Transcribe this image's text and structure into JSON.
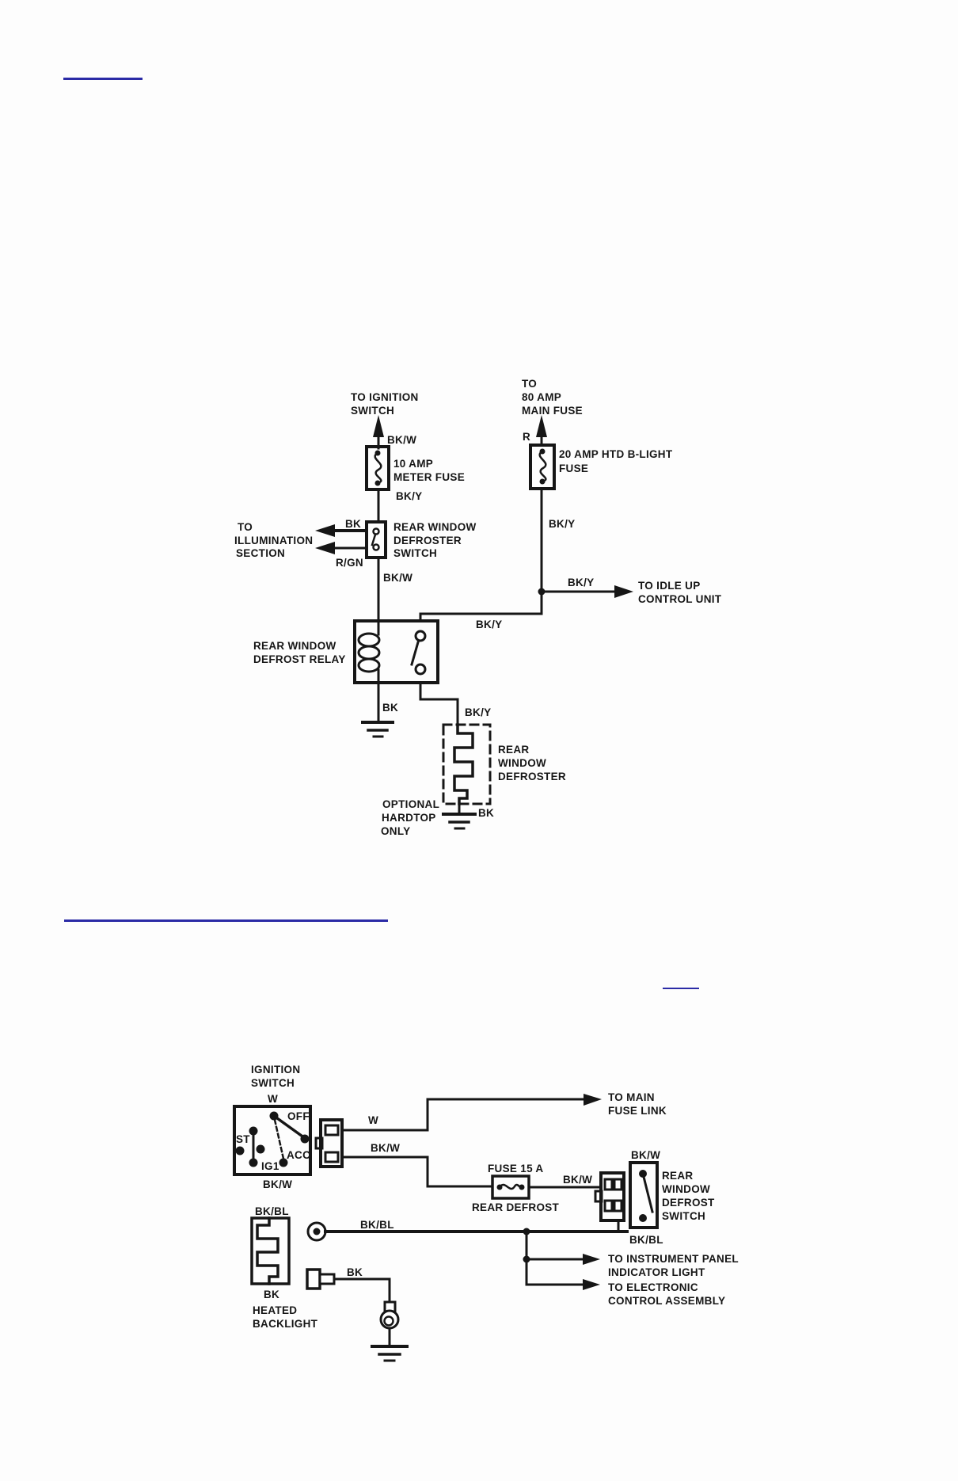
{
  "page": {
    "background": "#fdfdfd",
    "ink_color": "#161616",
    "link_color": "#2b2ba6"
  },
  "d1": {
    "to_ignition": [
      "TO IGNITION",
      "SWITCH"
    ],
    "wire_bkw_top": "BK/W",
    "to_main_fuse": [
      "TO",
      "80 AMP",
      "MAIN FUSE"
    ],
    "wire_r": "R",
    "meter_fuse": [
      "10 AMP",
      "METER FUSE"
    ],
    "htd_fuse": [
      "20 AMP HTD B-LIGHT",
      "FUSE"
    ],
    "wire_bky_meter": "BK/Y",
    "wire_bky_htd": "BK/Y",
    "wire_bk": "BK",
    "to_illumination": [
      "TO",
      "ILLUMINATION",
      "SECTION"
    ],
    "wire_rgn": "R/GN",
    "defroster_switch": [
      "REAR WINDOW",
      "DEFROSTER",
      "SWITCH"
    ],
    "wire_bkw_switch": "BK/W",
    "wire_bky_idle": "BK/Y",
    "to_idle_up": [
      "TO IDLE UP",
      "CONTROL UNIT"
    ],
    "wire_bky_relay": "BK/Y",
    "defrost_relay": [
      "REAR WINDOW",
      "DEFROST RELAY"
    ],
    "wire_bk_ground": "BK",
    "wire_bky_defroster": "BK/Y",
    "rear_defroster": [
      "REAR",
      "WINDOW",
      "DEFROSTER"
    ],
    "optional_hardtop": [
      "OPTIONAL",
      "HARDTOP",
      "ONLY"
    ],
    "wire_bk_ground2": "BK"
  },
  "d2": {
    "ignition_switch": [
      "IGNITION",
      "SWITCH"
    ],
    "wire_w_top": "W",
    "pos_off": "OFF",
    "pos_st": "ST",
    "pos_acc": "ACC",
    "pos_ig1": "IG1",
    "wire_bkw_ignition": "BK/W",
    "wire_w": "W",
    "wire_bkw": "BK/W",
    "to_main_fuse_link": [
      "TO MAIN",
      "FUSE LINK"
    ],
    "fuse_label": "FUSE 15 A",
    "fuse_name": "REAR DEFROST",
    "wire_bkw_fuse": "BK/W",
    "wire_bkw_switch": "BK/W",
    "defrost_switch": [
      "REAR",
      "WINDOW",
      "DEFROST",
      "SWITCH"
    ],
    "wire_bkbl_switch": "BK/BL",
    "wire_bkbl_element": "BK/BL",
    "wire_bkbl": "BK/BL",
    "wire_bk_element": "BK",
    "heated_backlight": [
      "HEATED",
      "BACKLIGHT"
    ],
    "wire_bk": "BK",
    "to_instrument_panel": [
      "TO INSTRUMENT PANEL",
      "INDICATOR LIGHT"
    ],
    "to_electronic": [
      "TO ELECTRONIC",
      "CONTROL ASSEMBLY"
    ]
  }
}
